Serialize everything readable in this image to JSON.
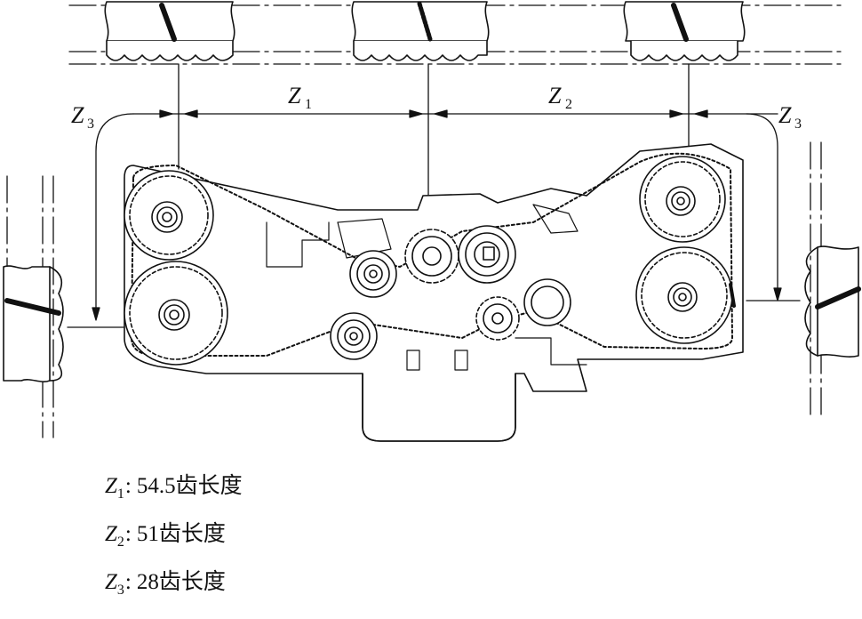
{
  "diagram": {
    "dimension_labels": [
      {
        "id": "z1",
        "symbol": "Z",
        "sub": "1"
      },
      {
        "id": "z2",
        "symbol": "Z",
        "sub": "2"
      },
      {
        "id": "z3_left",
        "symbol": "Z",
        "sub": "3"
      },
      {
        "id": "z3_right",
        "symbol": "Z",
        "sub": "3"
      }
    ]
  },
  "legend": [
    {
      "symbol": "Z",
      "sub": "1",
      "colon": ":",
      "text": "54.5齿长度"
    },
    {
      "symbol": "Z",
      "sub": "2",
      "colon": ":",
      "text": "51齿长度"
    },
    {
      "symbol": "Z",
      "sub": "3",
      "colon": ":",
      "text": "28齿长度"
    }
  ],
  "colors": {
    "line": "#111111",
    "background": "#ffffff"
  }
}
